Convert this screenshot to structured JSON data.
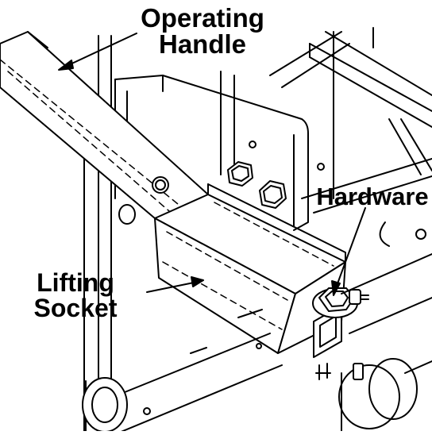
{
  "labels": {
    "operating_handle": {
      "line1": "Operating",
      "line2": "Handle"
    },
    "hardware": "Hardware",
    "lifting_socket": {
      "line1": "Lifting",
      "line2": "Socket"
    }
  }
}
